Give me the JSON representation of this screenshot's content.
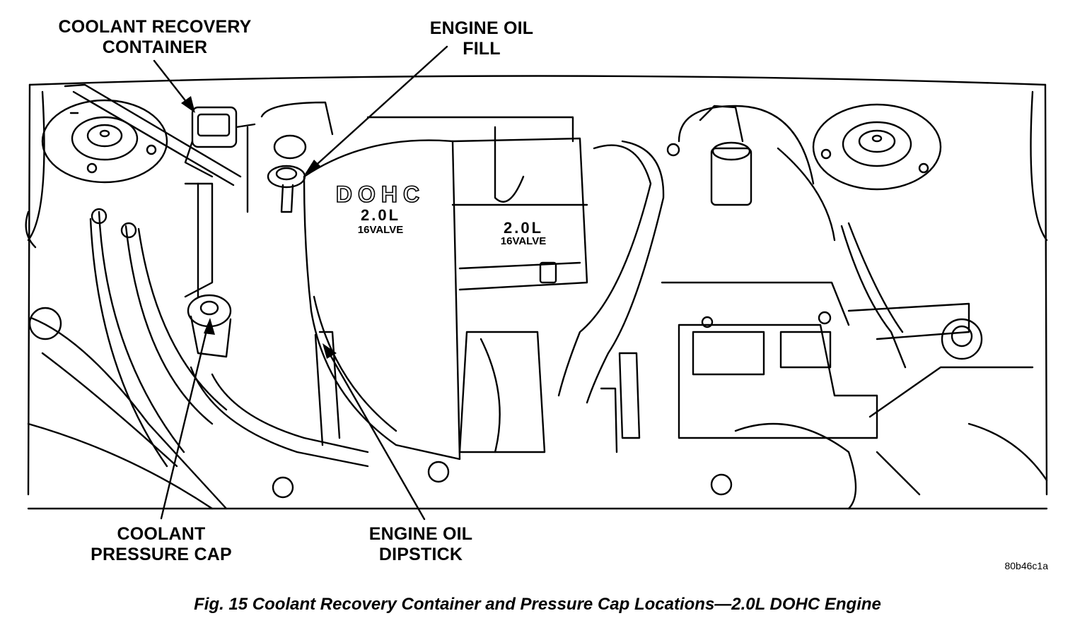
{
  "callouts": {
    "coolant_recovery_container": [
      "COOLANT RECOVERY",
      "CONTAINER"
    ],
    "engine_oil_fill": [
      "ENGINE OIL",
      "FILL"
    ],
    "coolant_pressure_cap": [
      "COOLANT",
      "PRESSURE CAP"
    ],
    "engine_oil_dipstick": [
      "ENGINE OIL",
      "DIPSTICK"
    ]
  },
  "engine_cover": {
    "line1": "DOHC",
    "line2": "2.0L",
    "line3": "16VALVE"
  },
  "valve_cover": {
    "line1": "2.0L",
    "line2": "16VALVE"
  },
  "figure_code": "80b46c1a",
  "caption": "Fig. 15 Coolant Recovery Container and Pressure Cap Locations—2.0L DOHC Engine",
  "colors": {
    "ink": "#000000",
    "paper": "#ffffff"
  }
}
